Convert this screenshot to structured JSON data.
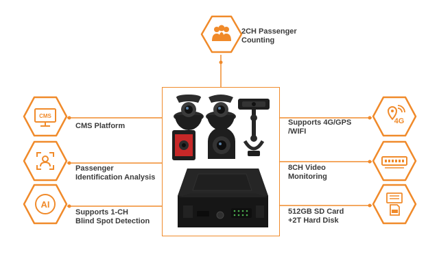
{
  "features": {
    "top": {
      "label": "2CH Passenger\nCounting",
      "icon": "people-group-icon"
    },
    "left": [
      {
        "label": "CMS Platform",
        "icon": "cms-monitor-icon"
      },
      {
        "label": "Passenger\nIdentification Analysis",
        "icon": "face-scan-icon"
      },
      {
        "label": "Supports 1-CH\nBlind Spot Detection",
        "icon": "ai-icon"
      }
    ],
    "right": [
      {
        "label": "Supports 4G/GPS\n/WIFI",
        "icon": "4g-location-icon"
      },
      {
        "label": "8CH Video\nMonitoring",
        "icon": "video-recorder-icon"
      },
      {
        "label": "512GB SD Card\n+2T Hard Disk",
        "icon": "sd-card-icon"
      }
    ]
  },
  "icon_texts": {
    "cms": "CMS",
    "ai": "AI",
    "fourg": "4G"
  },
  "colors": {
    "accent": "#f08a2a",
    "text": "#3a3a3a",
    "device": "#1e1e1e"
  }
}
